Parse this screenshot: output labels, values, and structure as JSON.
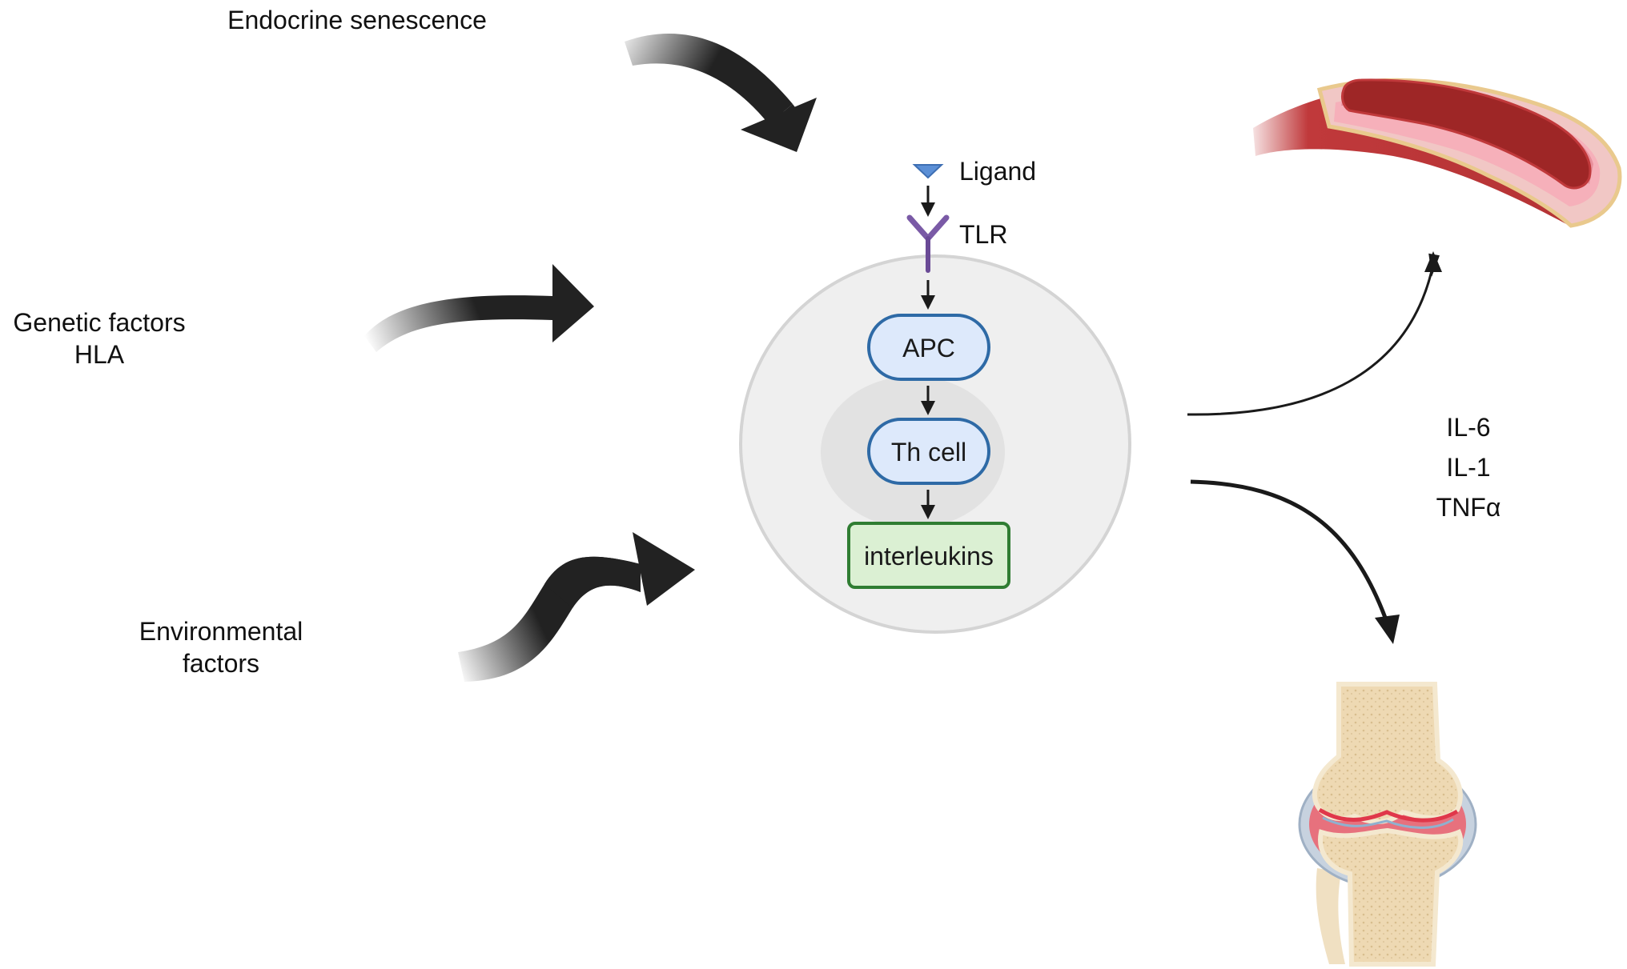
{
  "inputs": {
    "endocrine": "Endocrine senescence",
    "genetic_line1": "Genetic factors",
    "genetic_line2": "HLA",
    "environmental_line1": "Environmental",
    "environmental_line2": "factors"
  },
  "pathway": {
    "ligand": "Ligand",
    "receptor": "TLR",
    "apc": "APC",
    "th_cell": "Th cell",
    "interleukins": "interleukins"
  },
  "cytokines": {
    "il6": "IL-6",
    "il1": "IL-1",
    "tnfa": "TNFα"
  },
  "targets": {
    "vessel_icon": "blood-vessel-icon",
    "joint_icon": "knee-joint-icon"
  },
  "colors": {
    "node_fill": "#dde9fb",
    "node_stroke": "#2e6aa6",
    "interleukin_fill": "#dbf0d3",
    "interleukin_stroke": "#2f7d32",
    "receptor": "#7a5aa6",
    "ligand": "#5b8fd6",
    "cell_outer": "#efefef",
    "cell_inner": "#e2e2e2",
    "input_arrow": "#222222"
  }
}
